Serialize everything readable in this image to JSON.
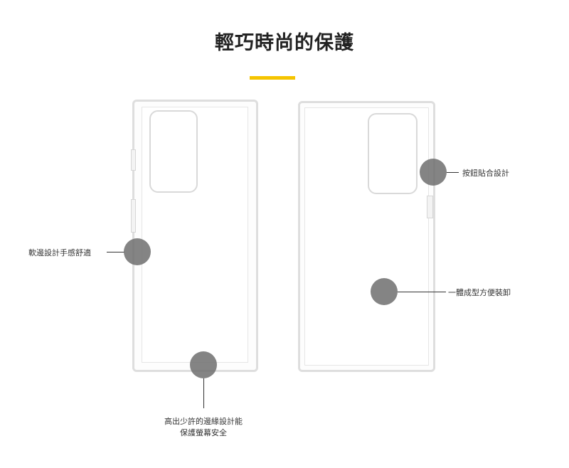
{
  "title": "輕巧時尚的保護",
  "colors": {
    "accent": "#f5c400",
    "marker": "#6e6e6e"
  },
  "callouts": {
    "soft_edge": "軟邊設計手感舒適",
    "raised_edge_line1": "高出少許的邊緣設計能",
    "raised_edge_line2": "保護螢幕安全",
    "button_fit": "按鈕貼合設計",
    "one_piece": "一體成型方便裝卸"
  }
}
